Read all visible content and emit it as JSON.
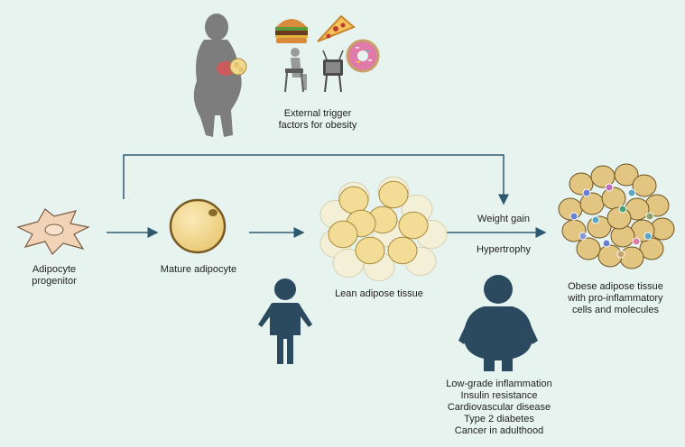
{
  "trigger": {
    "line1": "External trigger",
    "line2": "factors for obesity"
  },
  "stages": {
    "progenitor": {
      "line1": "Adipocyte",
      "line2": "progenitor"
    },
    "mature": "Mature adipocyte",
    "lean": "Lean adipose tissue",
    "obese": {
      "line1": "Obese adipose tissue",
      "line2": "with pro-inflammatory",
      "line3": "cells and molecules"
    }
  },
  "process": {
    "weight_gain": "Weight gain",
    "hypertrophy": "Hypertrophy"
  },
  "consequences": [
    "Low-grade inflammation",
    "Insulin resistance",
    "Cardiovascular disease",
    "Type 2 diabetes",
    "Cancer in adulthood"
  ],
  "colors": {
    "background": "#e6f3ee",
    "arrow": "#2e5a70",
    "person": "#2b4a60",
    "adipocyte_fill": "#f3dc95",
    "adipocyte_stroke": "#8a6a2a",
    "progenitor_fill": "#f1d3b8",
    "silhouette": "#7d7d7d"
  },
  "icons": [
    "woman-silhouette-icon",
    "burger-icon",
    "pizza-icon",
    "donut-icon",
    "tv-watching-icon",
    "child-icon",
    "obese-child-icon"
  ]
}
